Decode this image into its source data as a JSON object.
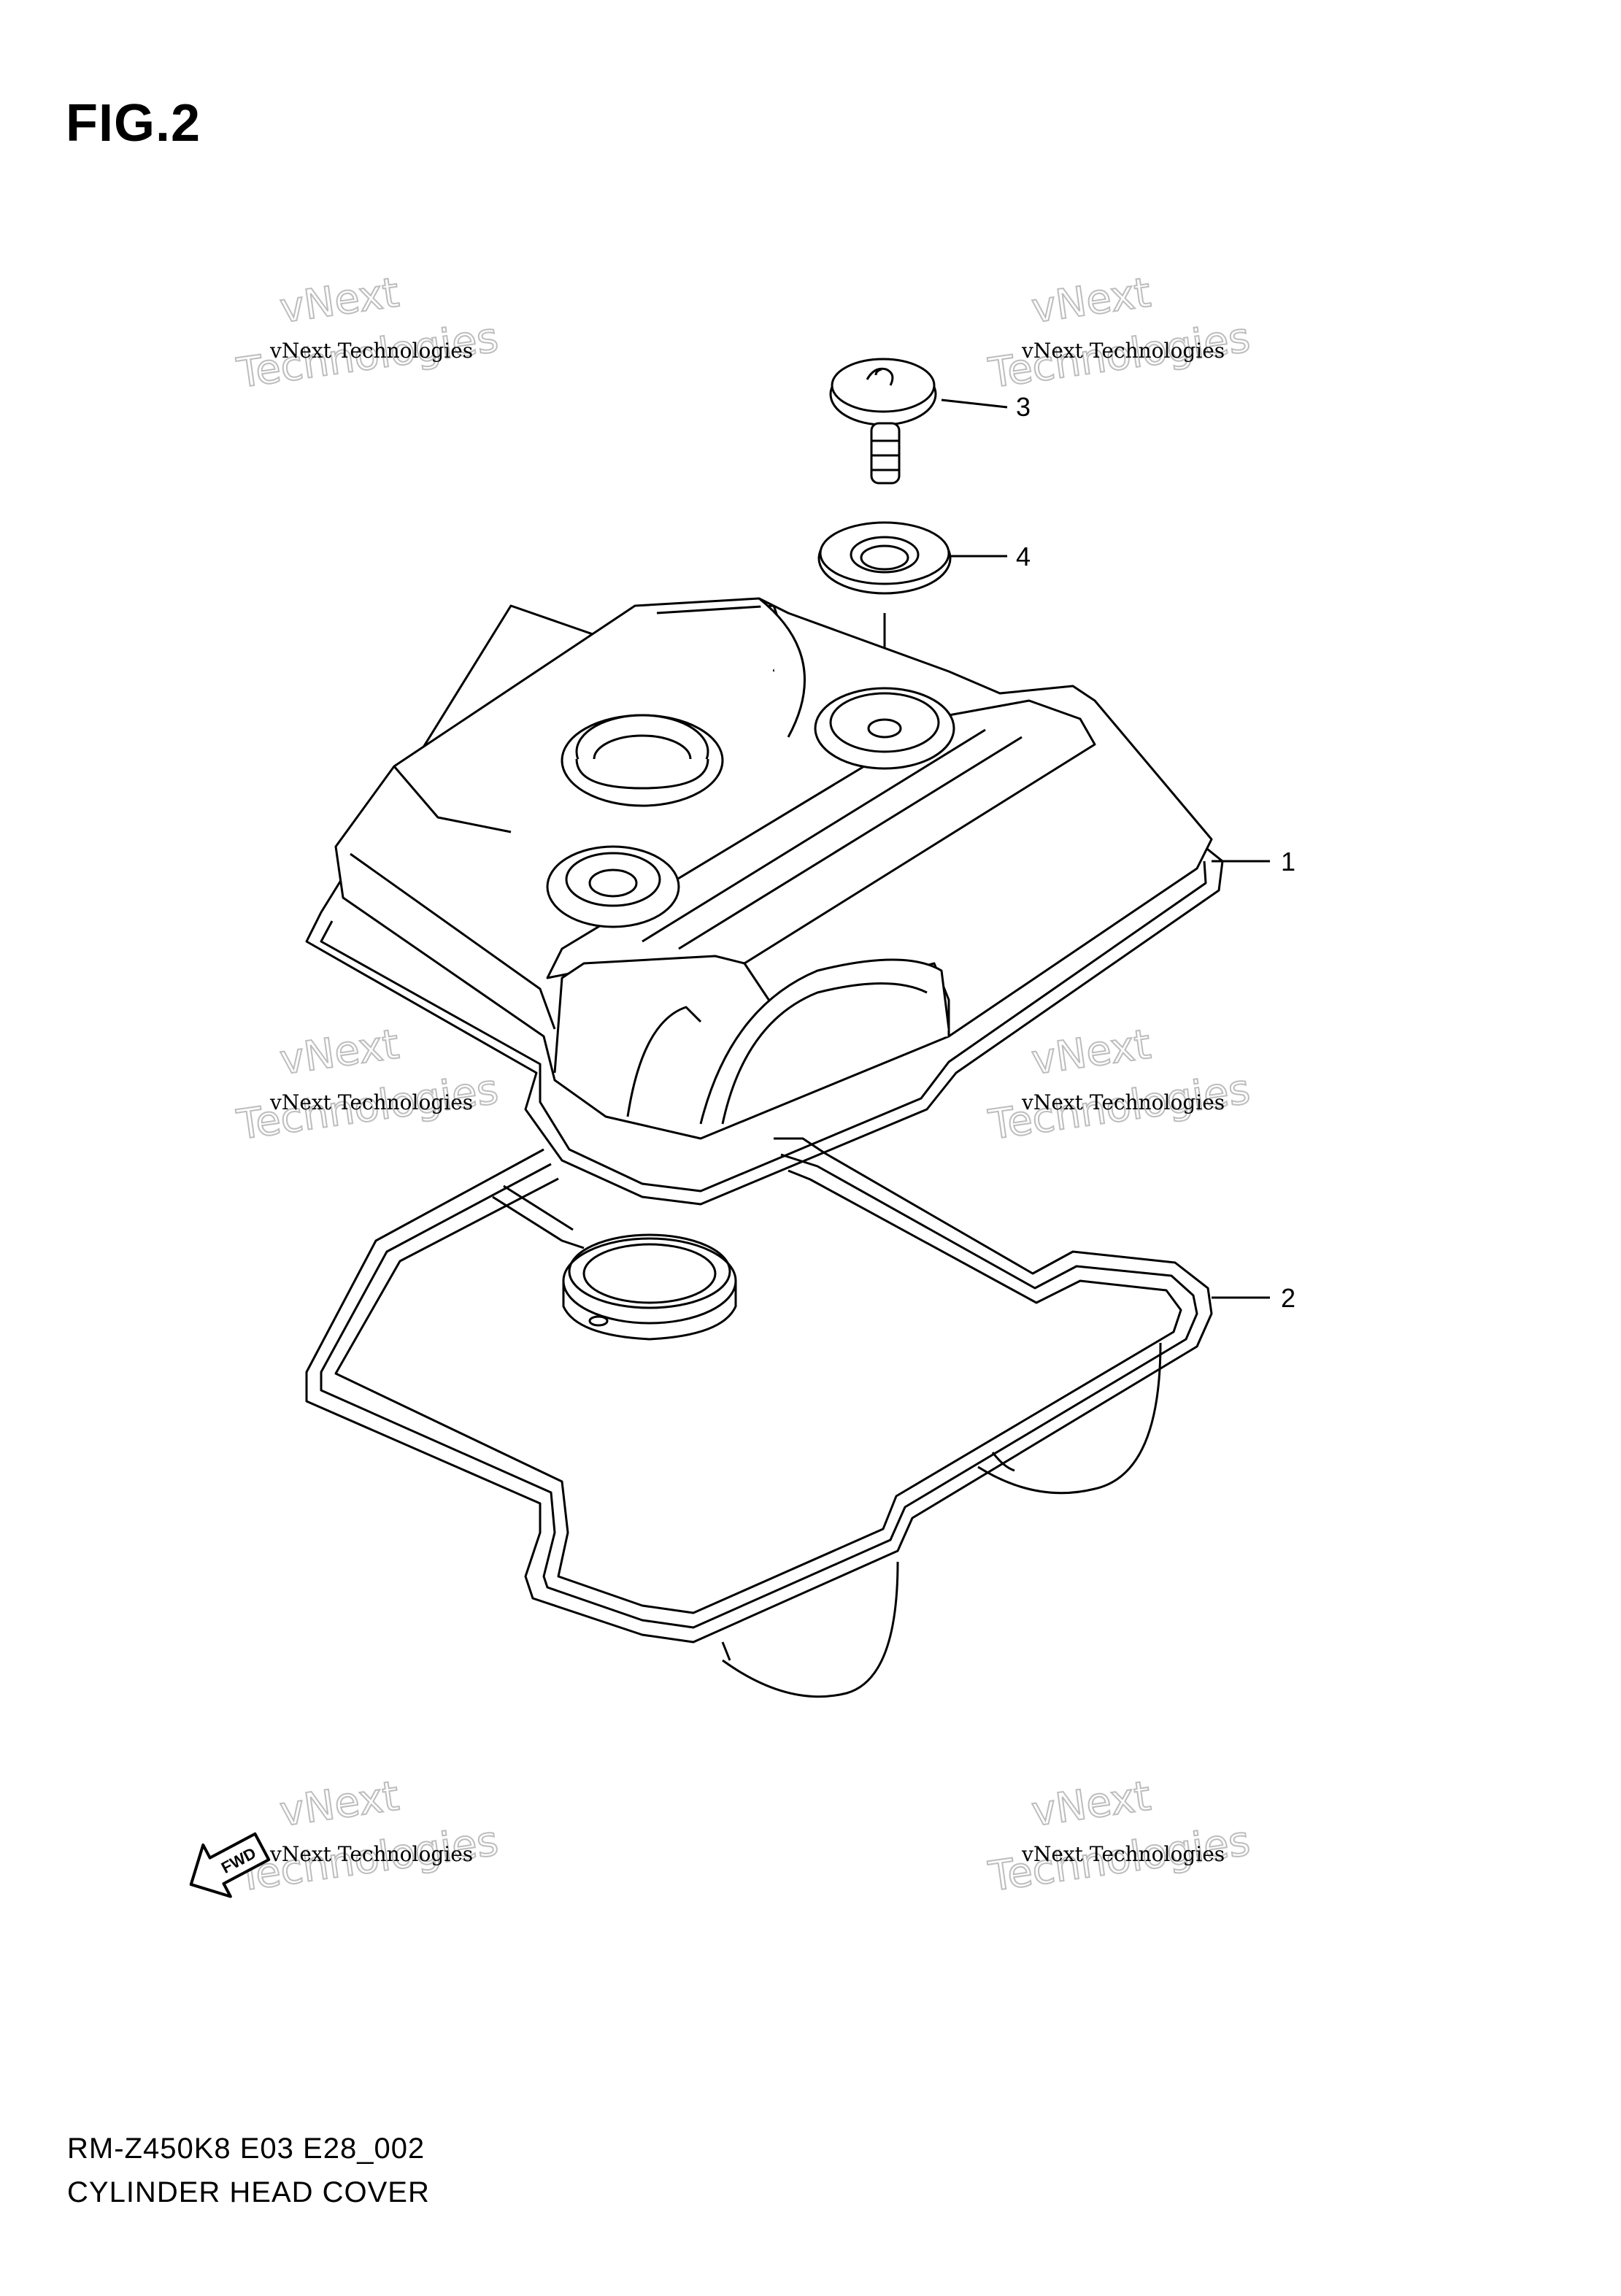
{
  "figure": {
    "label": "FIG.2"
  },
  "parts": [
    {
      "ref": "1"
    },
    {
      "ref": "2"
    },
    {
      "ref": "3"
    },
    {
      "ref": "4"
    }
  ],
  "watermark": {
    "small_text": "vNext Technologies",
    "big_line1": "vNext",
    "big_line2": "Technologies"
  },
  "direction_badge": {
    "text": "FWD"
  },
  "footer": {
    "code": "RM-Z450K8 E03 E28_002",
    "title": "CYLINDER HEAD COVER"
  },
  "colors": {
    "line": "#000000",
    "background": "#ffffff",
    "watermark_outline": "#bdbdbd"
  }
}
